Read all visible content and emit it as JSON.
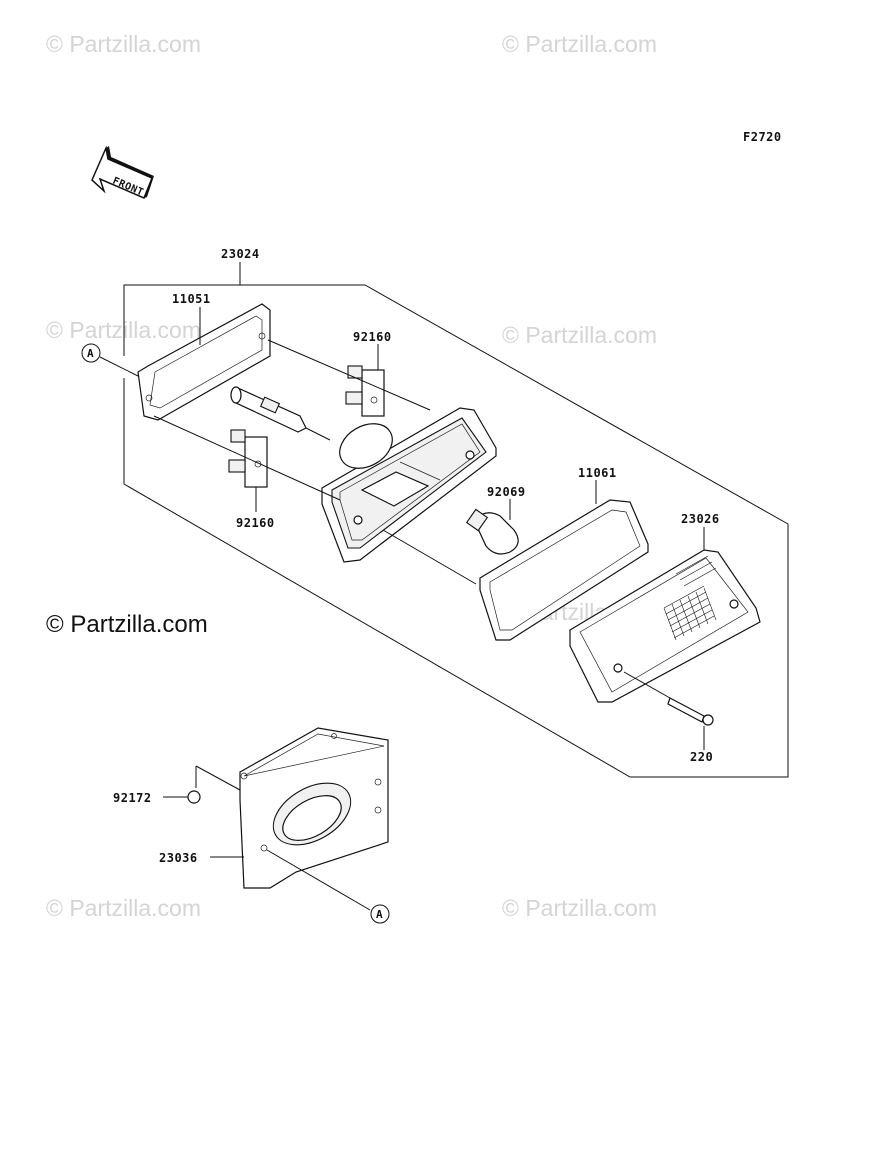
{
  "figure_code": "F2720",
  "front_label": "FRONT",
  "callout_ref": "A",
  "watermarks": [
    "© Partzilla.com",
    "© Partzilla.com",
    "© Partzilla.com",
    "© Partzilla.com",
    "© Partzilla.com",
    "© Partzilla.com",
    "© Partzilla.com",
    "© Partzilla.com"
  ],
  "parts": {
    "tail_lamp_assy": "23024",
    "gasket_1": "11051",
    "socket_top": "92160",
    "socket_bottom": "92160",
    "bulb": "92069",
    "gasket_2": "11061",
    "lens": "23026",
    "screw": "220",
    "bolt": "92172",
    "bracket": "23036"
  }
}
